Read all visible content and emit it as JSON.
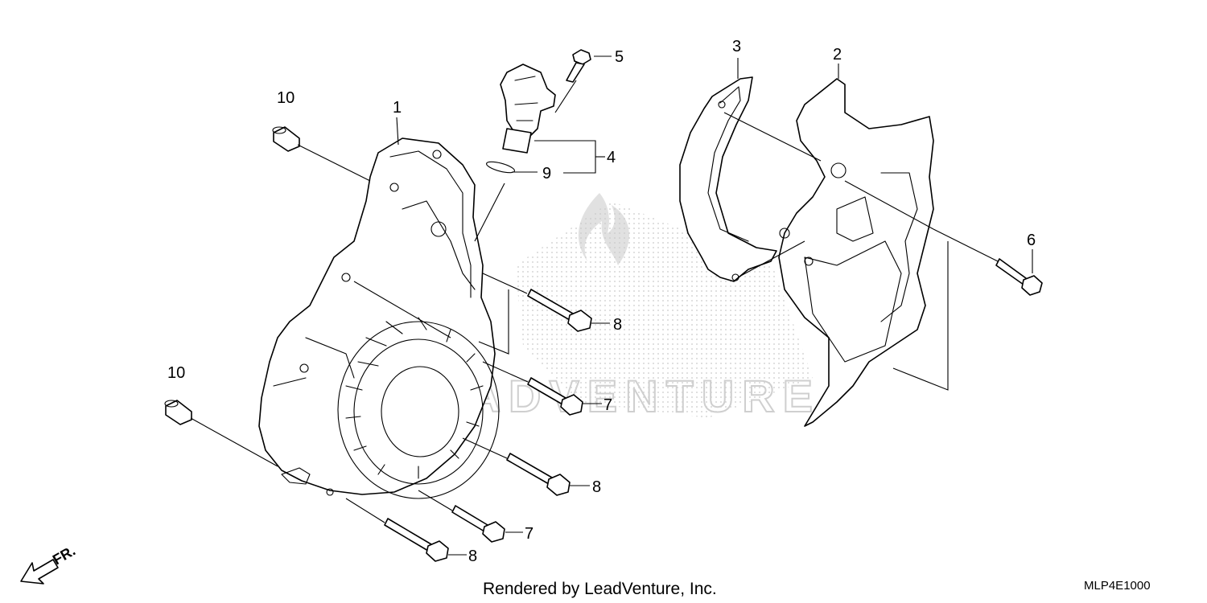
{
  "diagram": {
    "callouts": [
      {
        "id": "c1",
        "text": "1"
      },
      {
        "id": "c2",
        "text": "2"
      },
      {
        "id": "c3",
        "text": "3"
      },
      {
        "id": "c4",
        "text": "4"
      },
      {
        "id": "c5",
        "text": "5"
      },
      {
        "id": "c6",
        "text": "6"
      },
      {
        "id": "c7a",
        "text": "7"
      },
      {
        "id": "c7b",
        "text": "7"
      },
      {
        "id": "c8a",
        "text": "8"
      },
      {
        "id": "c8b",
        "text": "8"
      },
      {
        "id": "c8c",
        "text": "8"
      },
      {
        "id": "c9",
        "text": "9"
      },
      {
        "id": "c10a",
        "text": "10"
      },
      {
        "id": "c10b",
        "text": "10"
      }
    ],
    "front_arrow_label": "FR.",
    "watermark": "LEADVENTURE",
    "footer_credit": "Rendered by LeadVenture, Inc.",
    "diagram_code": "MLP4E1000"
  }
}
